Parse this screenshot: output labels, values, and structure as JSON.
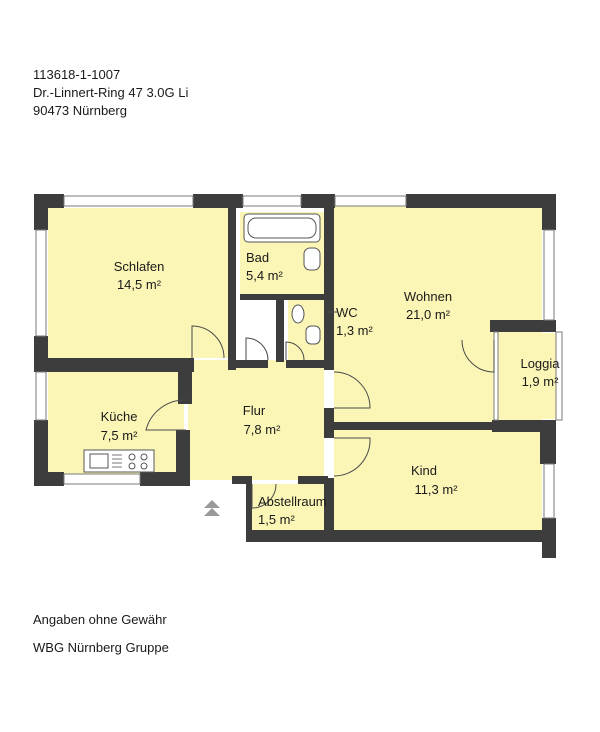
{
  "header": {
    "id_line": "113618-1-1007",
    "address_line": "Dr.-Linnert-Ring 47 3.0G Li",
    "city_line": "90473 Nürnberg"
  },
  "rooms": [
    {
      "name": "Schlafen",
      "area": "14,5 m²"
    },
    {
      "name": "Bad",
      "area": "5,4 m²"
    },
    {
      "name": "WC",
      "area": "1,3 m²"
    },
    {
      "name": "Wohnen",
      "area": "21,0 m²"
    },
    {
      "name": "Loggia",
      "area": "1,9 m²"
    },
    {
      "name": "Küche",
      "area": "7,5 m²"
    },
    {
      "name": "Flur",
      "area": "7,8 m²"
    },
    {
      "name": "Kind",
      "area": "11,3 m²"
    },
    {
      "name": "Abstellraum",
      "area": "1,5 m²"
    }
  ],
  "footer": {
    "disclaimer": "Angaben ohne Gewähr",
    "company": "WBG Nürnberg Gruppe"
  },
  "colors": {
    "floor": "#fbf6b6",
    "wall": "#3d3d3d",
    "window": "#ffffff"
  }
}
